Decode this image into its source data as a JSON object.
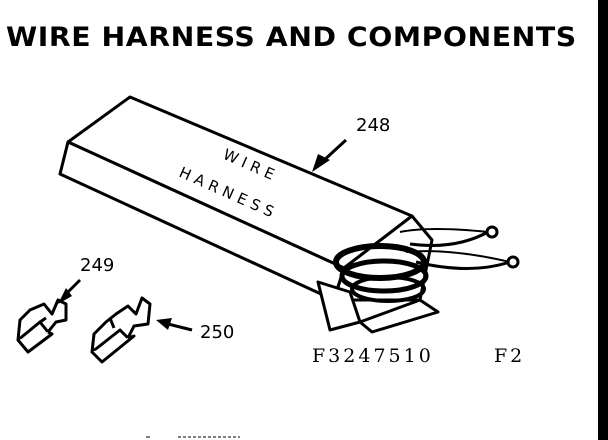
{
  "title": "WIRE HARNESS AND COMPONENTS",
  "box_label_line1": "WIRE",
  "box_label_line2": "HARNESS",
  "callouts": {
    "wire_harness": "248",
    "terminal_left": "249",
    "terminal_right": "250"
  },
  "footer": {
    "diagram_number": "F3247510",
    "figure_code": "F2"
  }
}
